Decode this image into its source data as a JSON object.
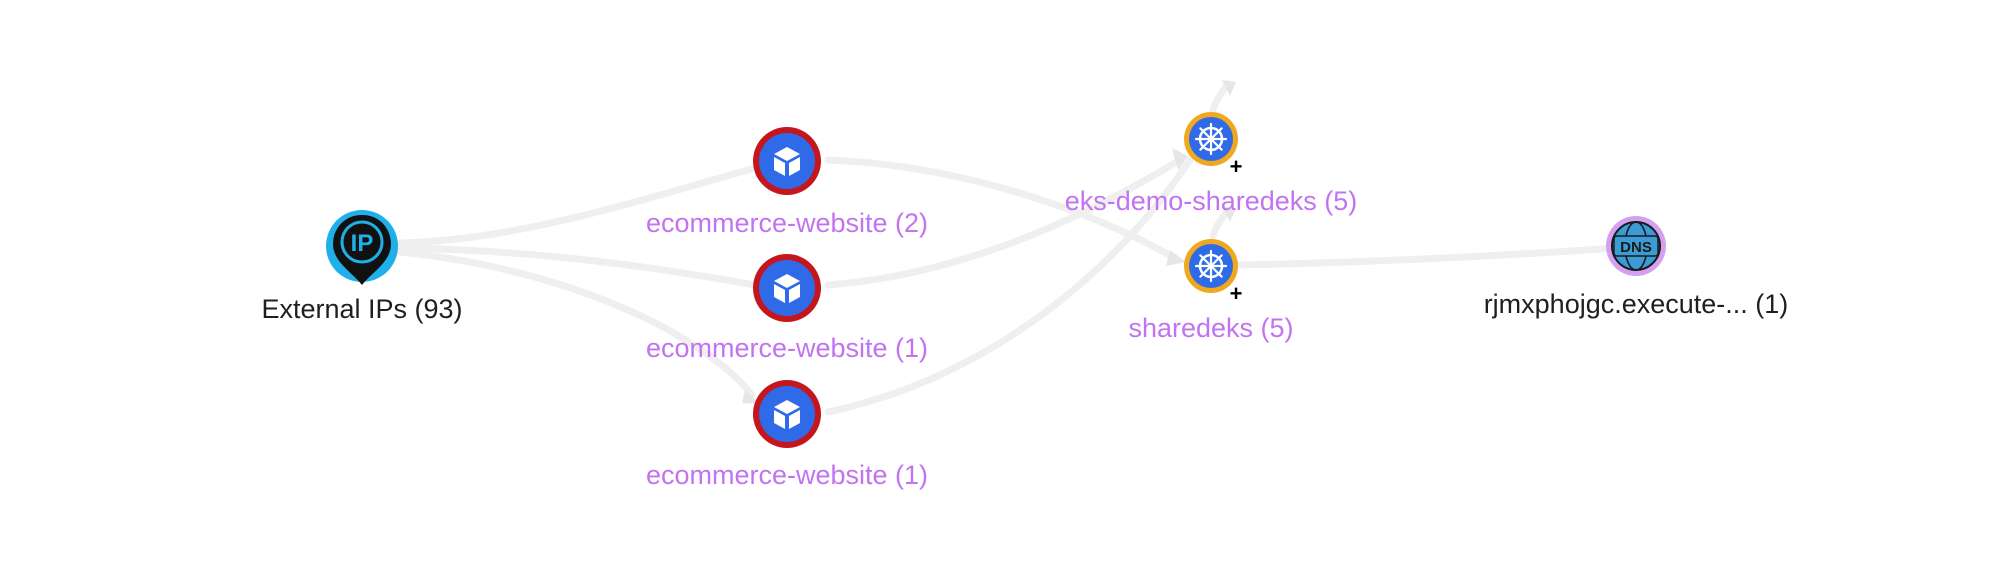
{
  "colors": {
    "edge": "#eeeeee",
    "link_label": "#c173f0",
    "plain_label": "#1f1f1f",
    "workload_ring": "#c4161c",
    "cluster_ring": "#f0a81e",
    "node_fill": "#2f6be8",
    "ip_pin": "#111111",
    "ip_ring": "#1fb0ea",
    "dns_ring": "#d4a0ef",
    "dns_fill": "#3a9bd5"
  },
  "nodes": {
    "external_ips": {
      "label": "External IPs (93)",
      "icon": "ip-pin-icon"
    },
    "ecommerce_1": {
      "label": "ecommerce-website (2)",
      "icon": "cube-icon"
    },
    "ecommerce_2": {
      "label": "ecommerce-website (1)",
      "icon": "cube-icon"
    },
    "ecommerce_3": {
      "label": "ecommerce-website (1)",
      "icon": "cube-icon"
    },
    "eks_demo": {
      "label": "eks-demo-sharedeks (5)",
      "icon": "kubernetes-helm-icon",
      "badge": "+"
    },
    "sharedeks": {
      "label": "sharedeks (5)",
      "icon": "kubernetes-helm-icon",
      "badge": "+"
    },
    "dns": {
      "label": "rjmxphojgc.execute-... (1)",
      "icon": "dns-globe-icon",
      "icon_text": "DNS"
    }
  },
  "node_icon_text": {
    "ip": "IP"
  }
}
